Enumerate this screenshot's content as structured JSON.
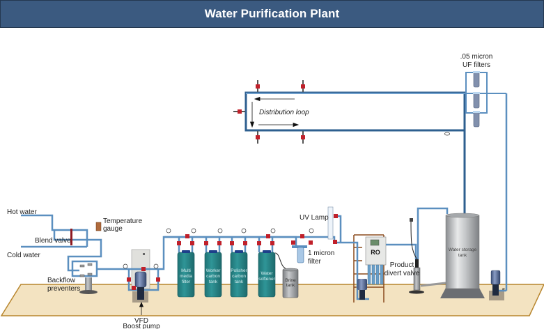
{
  "title": "Water Purification Plant",
  "labels": {
    "hot_water": "Hot water",
    "cold_water": "Cold water",
    "blend_valve": "Blend valve",
    "temperature_gauge_1": "Temperature",
    "temperature_gauge_2": "gauge",
    "backflow_1": "Backflow",
    "backflow_2": "preventers",
    "vfd": "VFD",
    "boost_pump": "Boost pump",
    "uv_lamp": "UV Lamp",
    "micron_filter_1": "1 micron",
    "micron_filter_2": "filter",
    "ro": "RO",
    "product_divert_1": "Product",
    "product_divert_2": "divert valve",
    "uf_filters_1": ".05 micron",
    "uf_filters_2": "UF filters",
    "distribution_loop": "Distribution  loop",
    "storage_tank_1": "Water storage",
    "storage_tank_2": "tank"
  },
  "tanks": [
    {
      "line1": "Multi",
      "line2": "media",
      "line3": "filter"
    },
    {
      "line1": "Worker",
      "line2": "carbon",
      "line3": "tank"
    },
    {
      "line1": "Polisher",
      "line2": "carbon",
      "line3": "tank"
    },
    {
      "line1": "Water",
      "line2": "softener",
      "line3": ""
    }
  ],
  "brine_tank": {
    "line1": "Brine",
    "line2": "tank"
  },
  "colors": {
    "title_bg": "#3b5a80",
    "pipe": "#5b8fbf",
    "pipe_dark": "#2e5f8f",
    "floor": "#f3e3c1",
    "floor_edge": "#b8862e",
    "tank": "#2a8a8c",
    "valve": "#c0202a"
  }
}
